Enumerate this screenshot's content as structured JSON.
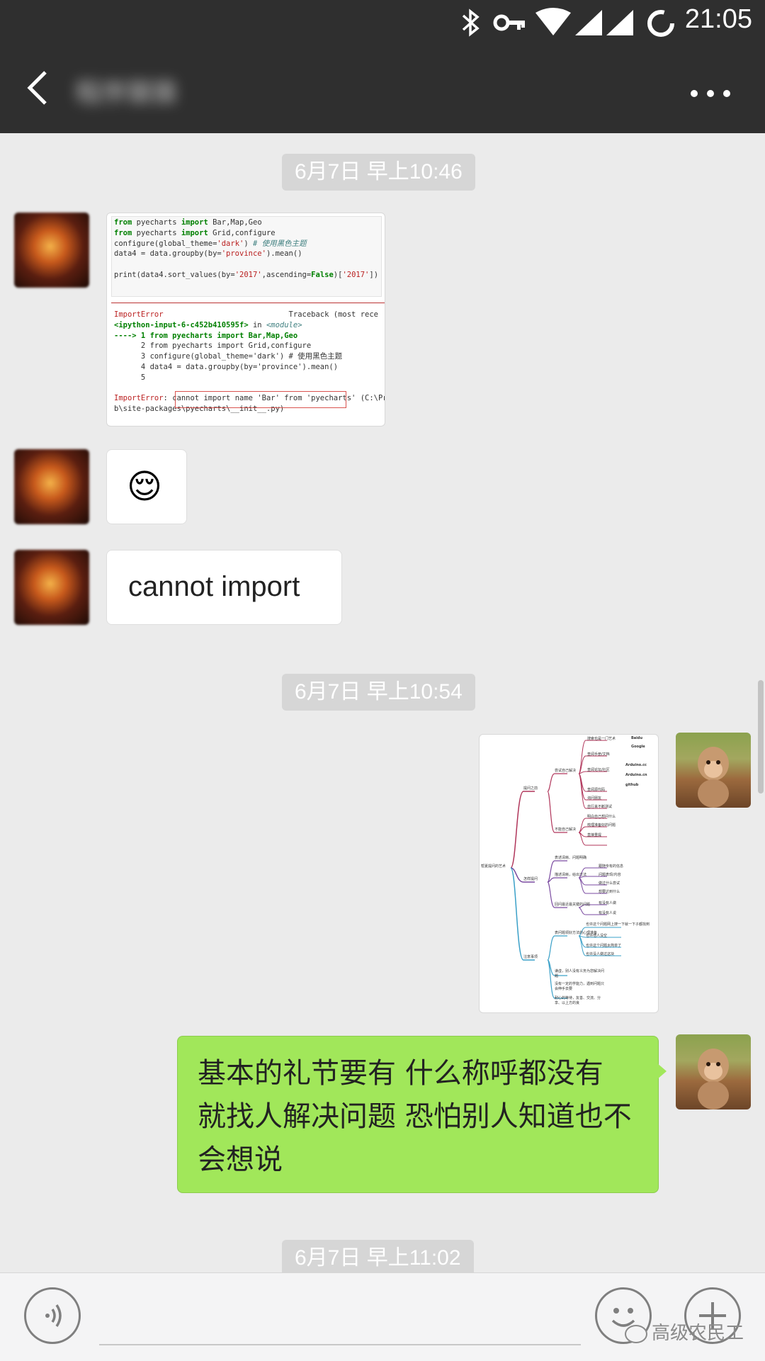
{
  "status": {
    "time": "21:05"
  },
  "header": {
    "title": "程序猿猿"
  },
  "messages": {
    "ts1": "6月7日 早上10:46",
    "ts2": "6月7日 早上10:54",
    "ts3": "6月7日 早上11:02",
    "text1": "cannot import",
    "text2_line1": "基本的礼节要有 什么称呼都没有",
    "text2_line2": "就找人解决问题 恐怕别人知道也不",
    "text2_line3": "会想说",
    "emoji": "😌"
  },
  "code_screenshot": {
    "l1a": "from",
    "l1b": " pyecharts ",
    "l1c": "import",
    "l1d": " Bar,Map,Geo",
    "l2a": "from",
    "l2b": " pyecharts ",
    "l2c": "import",
    "l2d": " Grid,configure",
    "l3a": "configure(global_theme=",
    "l3b": "'dark'",
    "l3c": ") ",
    "l3d": "# 使用黑色主题",
    "l4a": "data4 = data.groupby(by=",
    "l4b": "'province'",
    "l4c": ").mean()",
    "l5a": "print(data4.sort_values(by=",
    "l5b": "'2017'",
    "l5c": ",ascending=",
    "l5d": "False",
    "l5e": ")[",
    "l5f": "'2017'",
    "l5g": "])",
    "e1a": "ImportError",
    "e1b": "                            Traceback (most rece",
    "e2a": "<ipython-input-6-c452b410595f>",
    "e2b": " in ",
    "e2c": "<module>",
    "e3": "----> 1 from pyecharts import Bar,Map,Geo",
    "e4": "      2 from pyecharts import Grid,configure",
    "e5": "      3 configure(global_theme='dark') # 使用黑色主题",
    "e6": "      4 data4 = data.groupby(by='province').mean()",
    "e7": "      5",
    "e8a": "ImportError",
    "e8b": ": cannot import name 'Bar' from 'pyecharts' (C:\\Pro",
    "e9": "b\\site-packages\\pyecharts\\__init__.py)"
  },
  "mindmap": {
    "root": "帮夏提问的艺术",
    "b1": "提问之前",
    "b2": "怎样提问",
    "b3": "注意事项",
    "b1a": "尝试自己解决",
    "b1b": "不能自己解决",
    "b2a": "表述清晰、问题明确",
    "b2b": "描述清晰，给出方法",
    "b2c": "回问最近最关键的问题",
    "b3a": "表问题领好方法的心理准备",
    "leaf1": "搜索也是一门艺术",
    "leaf2": "Baidu",
    "leaf3": "Google",
    "leaf4": "查阅手册/文档",
    "leaf5": "查阅论坛/社区",
    "leaf6": "Arduino.cc",
    "leaf7": "Arduino.cn",
    "leaf8": "github",
    "leaf9": "查阅源代码",
    "leaf10": "询问朋友",
    "leaf11": "自行来不断测试",
    "leaf12": "明白自己想问什么",
    "leaf13": "梳理准备好的问题",
    "leaf14": "直接重提",
    "leaf15": "跟随专有的信息",
    "leaf16": "问题表现/内容",
    "leaf17": "做过什么尝试",
    "leaf18": "想要达到什么",
    "leaf19": "有没有人做",
    "leaf20": "有没有人说",
    "leaf21": "也许这个问题网上搜一下就一下子都找到",
    "leaf22": "也许他人没空",
    "leaf23": "也许这个问题太简单了",
    "leaf24": "也许没人做过这块",
    "leaf25": "谦虚，别人没有义务为您解决问题",
    "leaf26": "没有一定的学能力，遇到问题只会伸手去要",
    "leaf27": "耐心的等待，友善、交流、分享、以上方的良"
  },
  "watermark": "高级农民工"
}
